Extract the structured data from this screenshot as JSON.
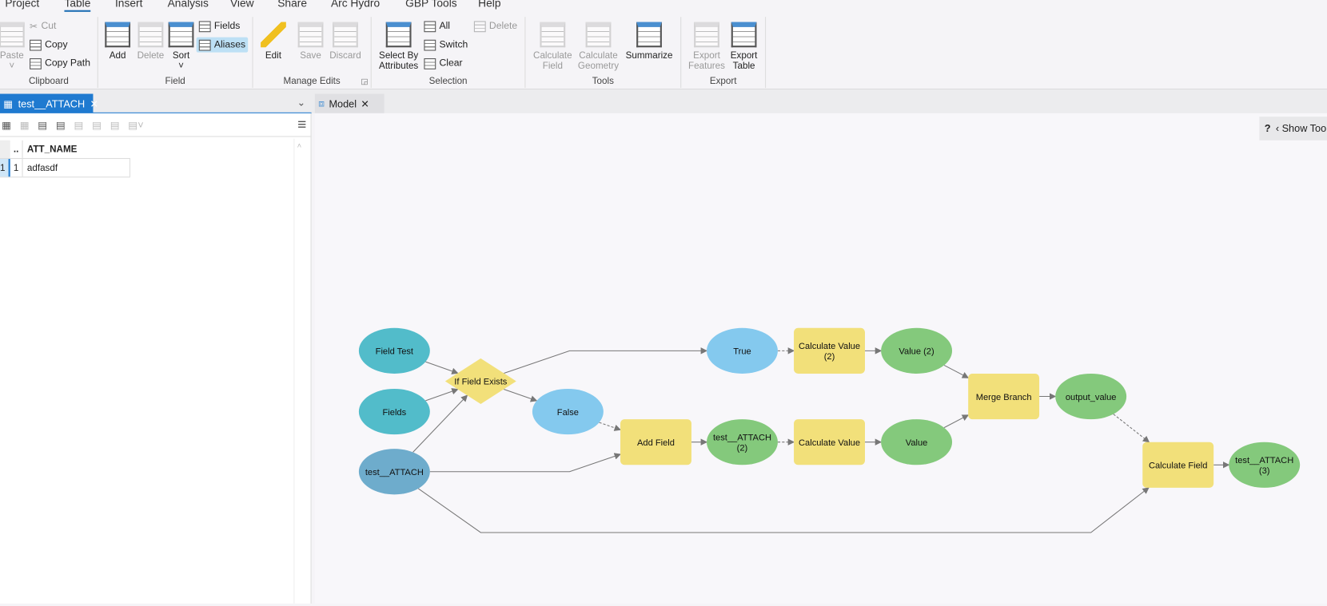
{
  "menu": [
    "Project",
    "Table",
    "Insert",
    "Analysis",
    "View",
    "Share",
    "Arc Hydro",
    "GBP Tools",
    "Help"
  ],
  "ribbon": {
    "clipboard": {
      "label": "Clipboard",
      "paste": "Paste",
      "cut": "Cut",
      "copy": "Copy",
      "copy_path": "Copy Path"
    },
    "field": {
      "label": "Field",
      "add": "Add",
      "delete": "Delete",
      "sort": "Sort",
      "fields": "Fields",
      "aliases": "Aliases"
    },
    "manage_edits": {
      "label": "Manage Edits",
      "edit": "Edit",
      "save": "Save",
      "discard": "Discard"
    },
    "selection": {
      "label": "Selection",
      "select_by_attributes": "Select By Attributes",
      "all": "All",
      "switch": "Switch",
      "clear": "Clear",
      "delete": "Delete"
    },
    "tools": {
      "label": "Tools",
      "calculate_field": "Calculate Field",
      "calculate_geometry": "Calculate Geometry",
      "summarize": "Summarize"
    },
    "export": {
      "label": "Export",
      "export_features": "Export Features",
      "export_table": "Export Table"
    }
  },
  "table_tab": {
    "title": "test__ATTACH",
    "close": "✕"
  },
  "model_tab": {
    "title": "Model",
    "close": "✕"
  },
  "table": {
    "columns": [
      "..",
      "ATT_NAME"
    ],
    "rows": [
      {
        "row_num": "1",
        "oid": "1",
        "att_name": "adfasdf"
      }
    ]
  },
  "show_tools": {
    "help": "?",
    "label": "‹ Show Too"
  },
  "colors": {
    "teal": "#52bcca",
    "blue_var": "#6eaccc",
    "light_blue": "#84c9ee",
    "yellow": "#f2e07a",
    "green": "#84c97c"
  },
  "model": {
    "nodes": [
      {
        "id": "ft",
        "label": "Field Test",
        "shape": "ellipse",
        "color": "teal"
      },
      {
        "id": "fd",
        "label": "Fields",
        "shape": "ellipse",
        "color": "teal"
      },
      {
        "id": "ta",
        "label": "test__ATTACH",
        "shape": "ellipse",
        "color": "blue_var"
      },
      {
        "id": "ife",
        "label": "If Field Exists",
        "shape": "diamond",
        "color": "yellow"
      },
      {
        "id": "tr",
        "label": "True",
        "shape": "ellipse",
        "color": "light_blue"
      },
      {
        "id": "fa",
        "label": "False",
        "shape": "ellipse",
        "color": "light_blue"
      },
      {
        "id": "cv2",
        "label": "Calculate Value|(2)",
        "shape": "rect",
        "color": "yellow"
      },
      {
        "id": "v2",
        "label": "Value (2)",
        "shape": "ellipse",
        "color": "green"
      },
      {
        "id": "af",
        "label": "Add Field",
        "shape": "rect",
        "color": "yellow"
      },
      {
        "id": "ta2",
        "label": "test__ATTACH|(2)",
        "shape": "ellipse",
        "color": "green"
      },
      {
        "id": "cv",
        "label": "Calculate Value",
        "shape": "rect",
        "color": "yellow"
      },
      {
        "id": "v",
        "label": "Value",
        "shape": "ellipse",
        "color": "green"
      },
      {
        "id": "mb",
        "label": "Merge Branch",
        "shape": "rect",
        "color": "yellow"
      },
      {
        "id": "ov",
        "label": "output_value",
        "shape": "ellipse",
        "color": "green"
      },
      {
        "id": "cf",
        "label": "Calculate Field",
        "shape": "rect",
        "color": "yellow"
      },
      {
        "id": "ta3",
        "label": "test__ATTACH|(3)",
        "shape": "ellipse",
        "color": "green"
      }
    ],
    "edges": [
      {
        "from": "ft",
        "to": "ife"
      },
      {
        "from": "fd",
        "to": "ife"
      },
      {
        "from": "ta",
        "to": "ife"
      },
      {
        "from": "ife",
        "to": "tr"
      },
      {
        "from": "ife",
        "to": "fa"
      },
      {
        "from": "fa",
        "to": "af",
        "dashed": true
      },
      {
        "from": "ta",
        "to": "af"
      },
      {
        "from": "ta",
        "to": "cf"
      },
      {
        "from": "tr",
        "to": "cv2",
        "dashed": true
      },
      {
        "from": "cv2",
        "to": "v2"
      },
      {
        "from": "af",
        "to": "ta2"
      },
      {
        "from": "ta2",
        "to": "cv",
        "dashed": true
      },
      {
        "from": "cv",
        "to": "v"
      },
      {
        "from": "v2",
        "to": "mb"
      },
      {
        "from": "v",
        "to": "mb"
      },
      {
        "from": "mb",
        "to": "ov"
      },
      {
        "from": "ov",
        "to": "cf",
        "dashed": true
      },
      {
        "from": "cf",
        "to": "ta3"
      }
    ]
  }
}
